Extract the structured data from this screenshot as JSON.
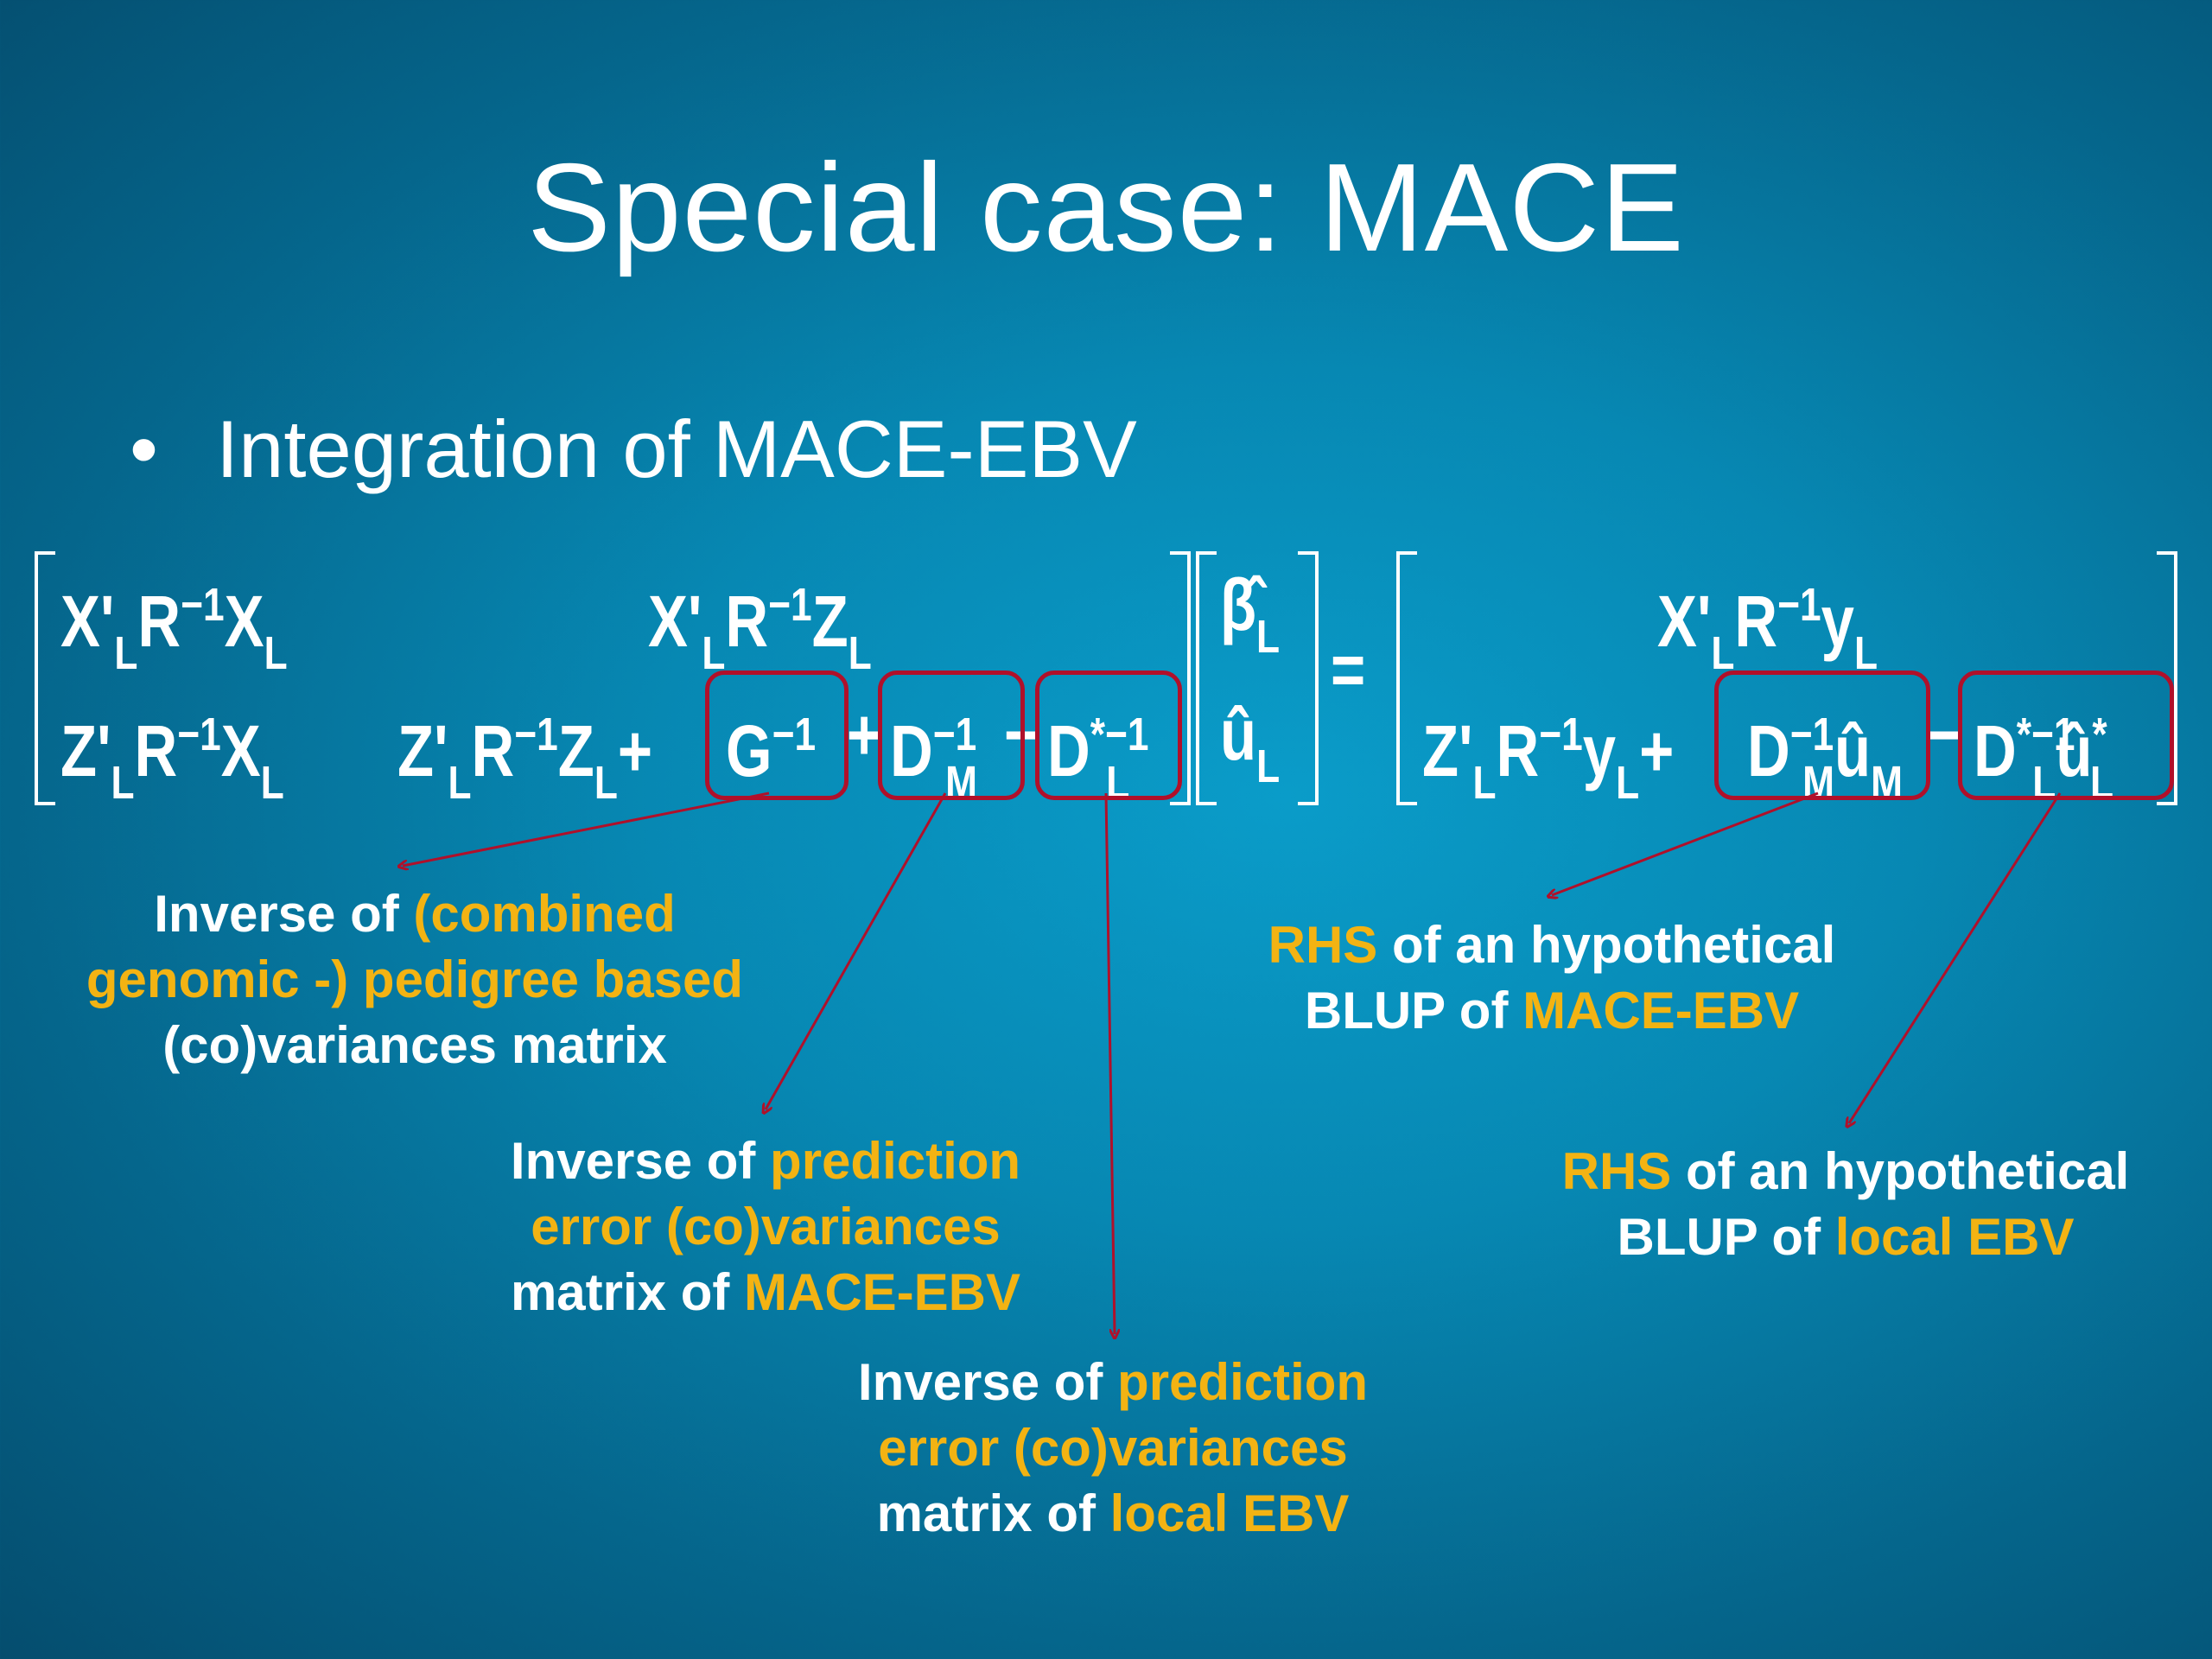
{
  "slide": {
    "title": "Special case: MACE",
    "bullet": "Integration of MACE-EBV"
  },
  "equation": {
    "lhs_row1_col1": [
      "X'",
      "L",
      "R",
      "−1",
      "X",
      "L"
    ],
    "lhs_row1_col2": [
      "X'",
      "L",
      "R",
      "−1",
      "Z",
      "L"
    ],
    "lhs_row2_col1": [
      "Z'",
      "L",
      "R",
      "−1",
      "X",
      "L"
    ],
    "lhs_row2_col2": [
      "Z'",
      "L",
      "R",
      "−1",
      "Z",
      "L",
      "+"
    ],
    "g_term": [
      "G",
      "−1"
    ],
    "plus": "+",
    "minus": "−",
    "dm_term": [
      "D",
      "−1",
      "M"
    ],
    "dl_term": [
      "D",
      "*−1",
      "L"
    ],
    "vector": [
      "β̂",
      "L",
      "û",
      "L"
    ],
    "equals": "=",
    "rhs_row1": [
      "X'",
      "L",
      "R",
      "−1",
      "y",
      "L"
    ],
    "rhs_row2": [
      "Z'",
      "L",
      "R",
      "−1",
      "y",
      "L",
      "+"
    ],
    "rhs_dm_term": [
      "D",
      "−1",
      "M",
      "û",
      "M"
    ],
    "rhs_dl_term": [
      "D",
      "*−1",
      "L",
      "û",
      "*",
      "L"
    ]
  },
  "annotations": {
    "g_inverse": {
      "line1_white": "Inverse of ",
      "line1_yellow": "(combined",
      "line2_yellow": "genomic -) pedigree based",
      "line3_white": "(co)variances matrix"
    },
    "dm_inverse": {
      "line1_white": "Inverse of ",
      "line1_yellow": "prediction",
      "line2_yellow": "error (co)variances",
      "line3_white": "matrix of ",
      "line3_yellow": "MACE-EBV"
    },
    "dl_inverse": {
      "line1_white": "Inverse of ",
      "line1_yellow": "prediction",
      "line2_yellow": "error (co)variances",
      "line3_white": "matrix of ",
      "line3_yellow": "local EBV"
    },
    "rhs_mace": {
      "line1_yellow": "RHS",
      "line1_white": " of an hypothetical",
      "line2_white": "BLUP of ",
      "line2_yellow": "MACE-EBV"
    },
    "rhs_local": {
      "line1_yellow": "RHS",
      "line1_white": " of an hypothetical",
      "line2_white": "BLUP of ",
      "line2_yellow": "local EBV"
    }
  },
  "colors": {
    "background": "#0788b3",
    "highlight_text": "#f3b313",
    "box_border": "#b0102a",
    "arrow": "#b0102a",
    "text": "#ffffff"
  }
}
